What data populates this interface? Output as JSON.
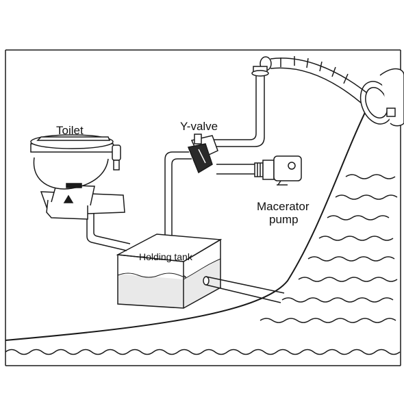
{
  "labels": {
    "toilet": "Toilet",
    "y_valve": "Y-valve",
    "macerator_line1": "Macerator",
    "macerator_line2": "pump",
    "holding_tank": "Holding tank"
  },
  "colors": {
    "line": "#1a1a1a",
    "water_fill": "#e9e9e9",
    "background": "#ffffff"
  }
}
